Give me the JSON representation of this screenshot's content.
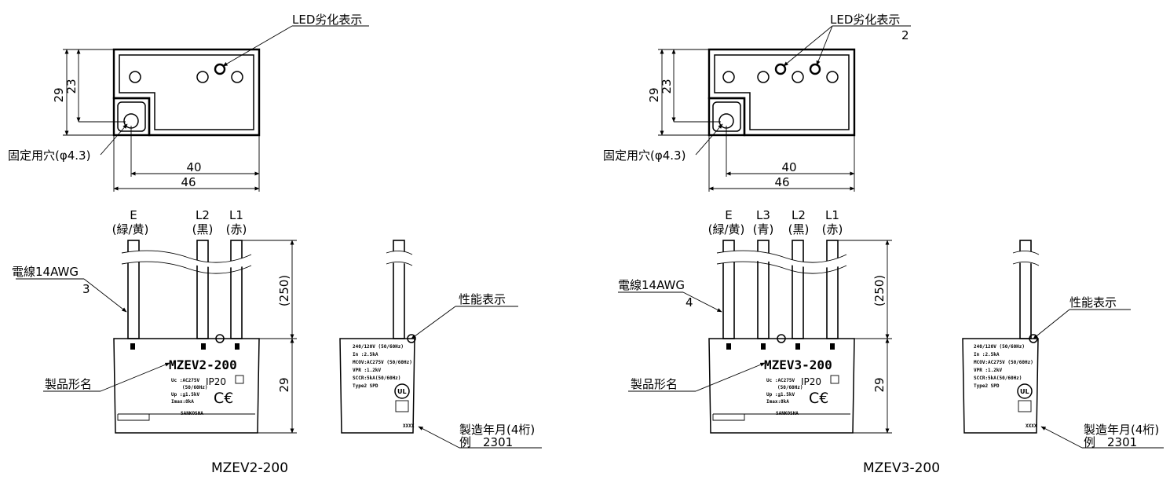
{
  "drawings": [
    {
      "model_caption": "MZEV2-200",
      "top_view": {
        "led_label": "LED劣化表示",
        "led_count": "",
        "dim_overall_height": "29",
        "dim_inner_height": "23",
        "mount_hole_label": "固定用穴(φ4.3)",
        "dim_inner_width": "40",
        "dim_overall_width": "46"
      },
      "front_view": {
        "wires": [
          {
            "terminal": "E",
            "color": "(緑/黄)"
          },
          {
            "terminal": "L2",
            "color": "(黒)"
          },
          {
            "terminal": "L1",
            "color": "(赤)"
          }
        ],
        "wire_label": "電線14AWG",
        "wire_count": "3",
        "dim_wire_length": "(250)",
        "dim_body_height": "29",
        "product_name_label": "製品形名",
        "body_model": "MZEV2-200",
        "body_lines": [
          "Uc :AC275V",
          "(50/60Hz)",
          "Up :≦1.5kV",
          "Imax:8kA"
        ],
        "ip_rating": "IP20",
        "brand": "SANKOSHA"
      },
      "side_view": {
        "performance_label": "性能表示",
        "date_label": "製造年月(4桁)",
        "date_example": "例　2301",
        "spec_lines": [
          "240/120V (50/60Hz)",
          "In :2.5kA",
          "MCOV:AC275V (50/60Hz)",
          "VPR :1.2kV",
          "SCCR:5kA(50/60Hz)",
          "Type2 SPD"
        ],
        "date_code": "XXXX"
      }
    },
    {
      "model_caption": "MZEV3-200",
      "top_view": {
        "led_label": "LED劣化表示",
        "led_count": "2",
        "dim_overall_height": "29",
        "dim_inner_height": "23",
        "mount_hole_label": "固定用穴(φ4.3)",
        "dim_inner_width": "40",
        "dim_overall_width": "46"
      },
      "front_view": {
        "wires": [
          {
            "terminal": "E",
            "color": "(緑/黄)"
          },
          {
            "terminal": "L3",
            "color": "(青)"
          },
          {
            "terminal": "L2",
            "color": "(黒)"
          },
          {
            "terminal": "L1",
            "color": "(赤)"
          }
        ],
        "wire_label": "電線14AWG",
        "wire_count": "4",
        "dim_wire_length": "(250)",
        "dim_body_height": "29",
        "product_name_label": "製品形名",
        "body_model": "MZEV3-200",
        "body_lines": [
          "Uc :AC275V",
          "(50/60Hz)",
          "Up :≦1.5kV",
          "Imax:8kA"
        ],
        "ip_rating": "IP20",
        "brand": "SANKOSHA"
      },
      "side_view": {
        "performance_label": "性能表示",
        "date_label": "製造年月(4桁)",
        "date_example": "例　2301",
        "spec_lines": [
          "240/120V (50/60Hz)",
          "In :2.5kA",
          "MCOV:AC275V (50/60Hz)",
          "VPR :1.2kV",
          "SCCR:5kA(50/60Hz)",
          "Type2 SPD"
        ],
        "date_code": "XXXX"
      }
    }
  ]
}
